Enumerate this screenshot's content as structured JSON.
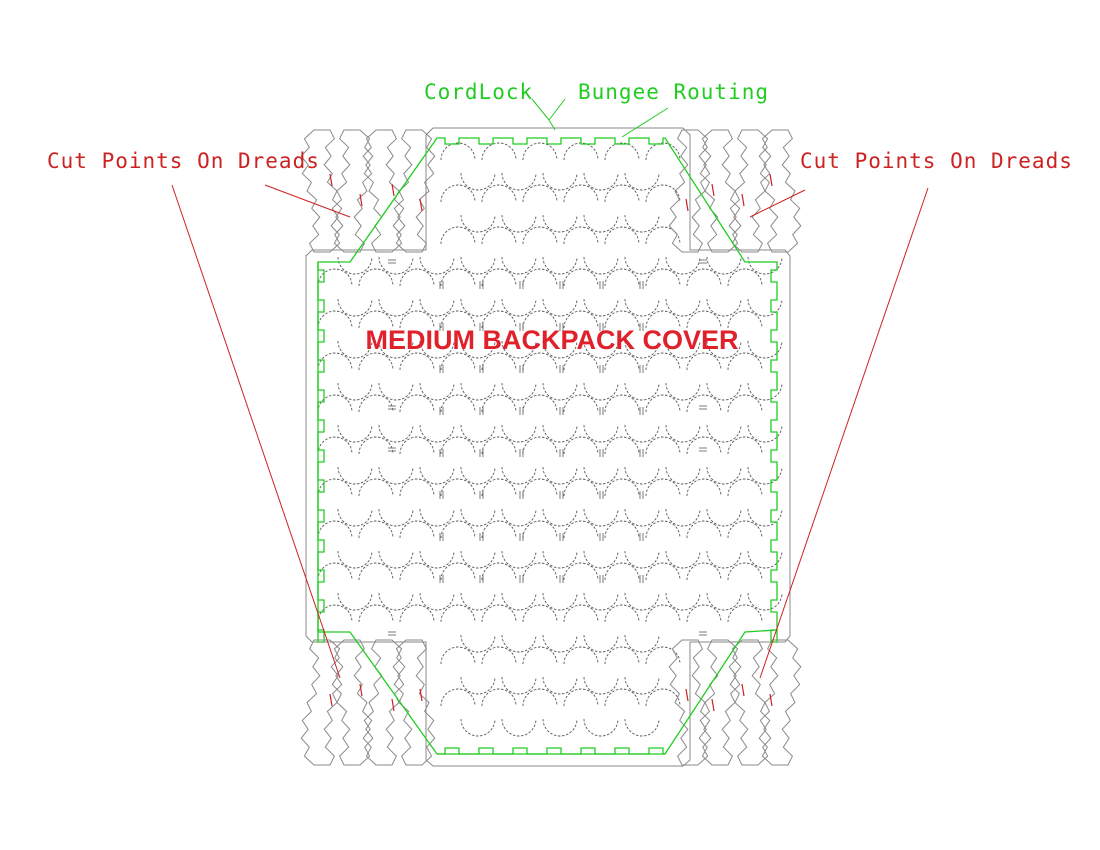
{
  "title": "MEDIUM BACKPACK COVER",
  "labels": {
    "cordlock": "CordLock",
    "bungee_routing": "Bungee Routing",
    "cut_points_left": "Cut Points On Dreads",
    "cut_points_right": "Cut Points On Dreads"
  },
  "colors": {
    "outline": "#8a8a8a",
    "pattern": "#5a5a5a",
    "bungee": "#22cc22",
    "annotation": "#cc2222",
    "title": "#e0202a"
  }
}
